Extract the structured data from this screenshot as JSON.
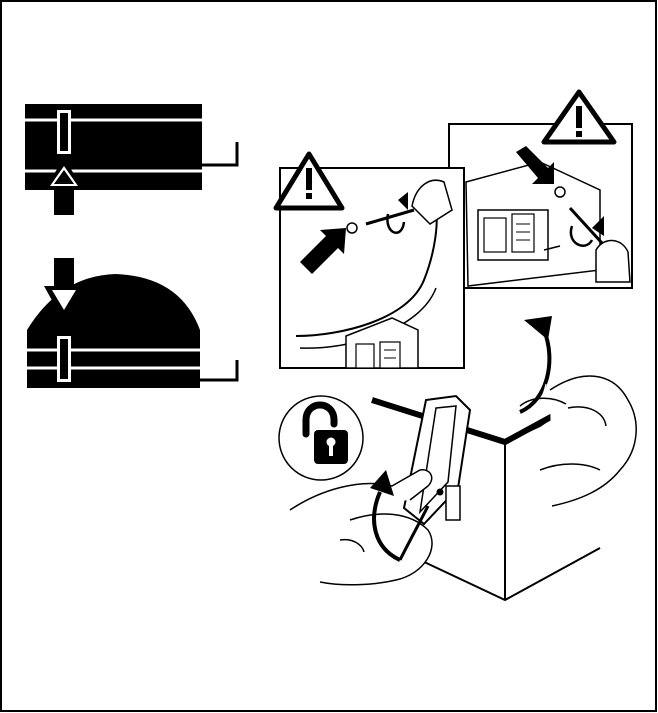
{
  "figure": {
    "border_color": "#000000",
    "background": "#ffffff",
    "panels": [
      {
        "id": "pipe-inward-arrow",
        "icon": "pipe-with-arrow-up-icon"
      },
      {
        "id": "pipe-dome-arrow",
        "icon": "pipe-dome-with-arrow-down-icon"
      },
      {
        "id": "warning-detail-left",
        "icon": "warning-triangle-icon"
      },
      {
        "id": "warning-detail-right",
        "icon": "warning-triangle-icon"
      },
      {
        "id": "unlock-badge",
        "icon": "padlock-open-icon"
      },
      {
        "id": "lift-cover-hands",
        "icon": "hands-lifting-lid-icon"
      }
    ]
  }
}
